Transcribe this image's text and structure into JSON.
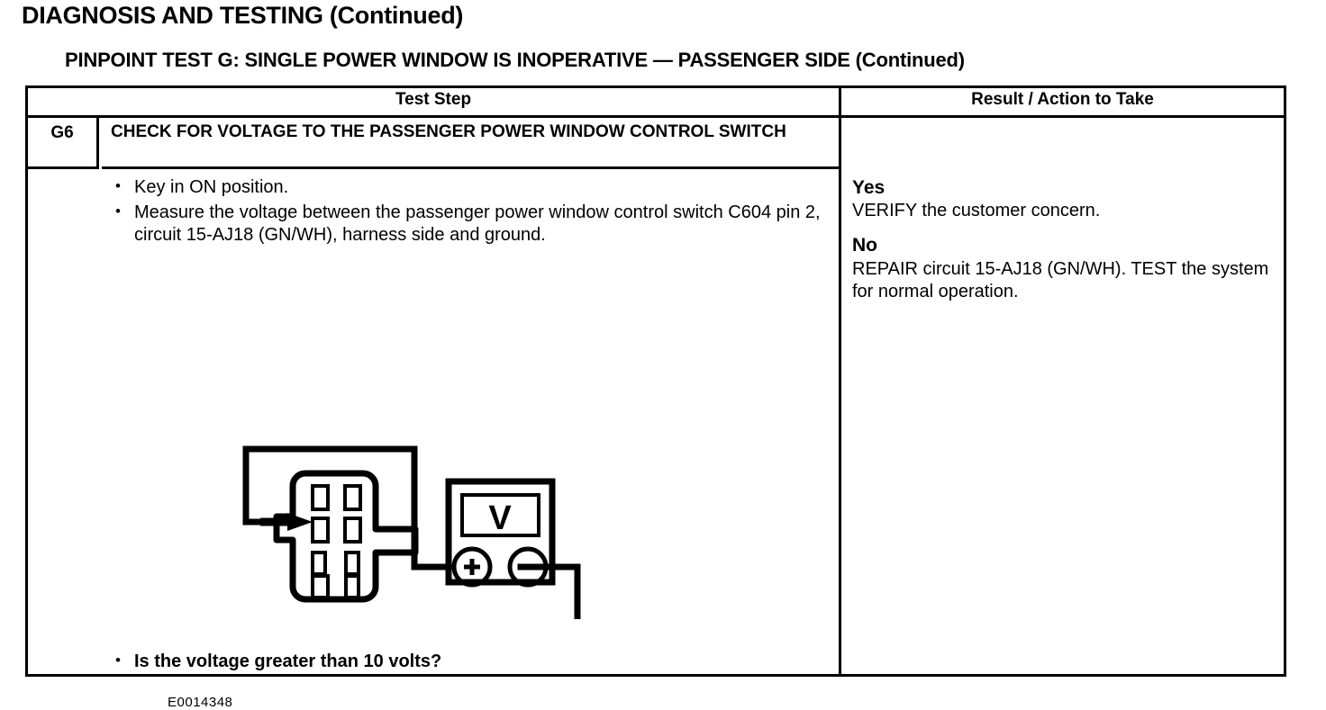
{
  "page": {
    "title": "DIAGNOSIS AND TESTING (Continued)",
    "test_title": "PINPOINT TEST  G: SINGLE POWER WINDOW IS INOPERATIVE — PASSENGER SIDE (Continued)"
  },
  "table": {
    "headers": {
      "test_step": "Test Step",
      "result_action": "Result / Action to Take"
    },
    "step": {
      "id": "G6",
      "title": "CHECK FOR VOLTAGE TO THE PASSENGER POWER WINDOW CONTROL SWITCH",
      "bullets": [
        "Key in ON position.",
        "Measure the voltage between the passenger power window control switch C604 pin 2, circuit 15-AJ18 (GN/WH), harness side and ground."
      ],
      "bullet_marker": "•",
      "question": "Is the voltage greater than 10 volts?",
      "figure_id": "E0014348"
    },
    "results": [
      {
        "label": "Yes",
        "action": "VERIFY the customer concern."
      },
      {
        "label": "No",
        "action": "REPAIR circuit 15-AJ18 (GN/WH). TEST the system for normal operation."
      }
    ]
  },
  "diagram": {
    "meter_display": "V",
    "terminal_positive": "+",
    "terminal_negative": "−"
  },
  "colors": {
    "ink": "#000000",
    "paper": "#ffffff"
  }
}
